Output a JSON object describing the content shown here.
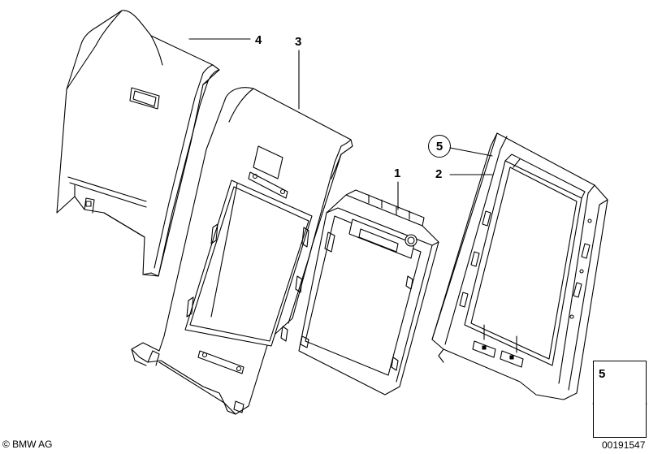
{
  "callouts": {
    "part_1": "1",
    "part_2": "2",
    "part_3": "3",
    "part_4": "4",
    "part_5": "5"
  },
  "legend": {
    "label": "5"
  },
  "footer": {
    "copyright": "© BMW AG",
    "diagram_number": "00191547"
  }
}
